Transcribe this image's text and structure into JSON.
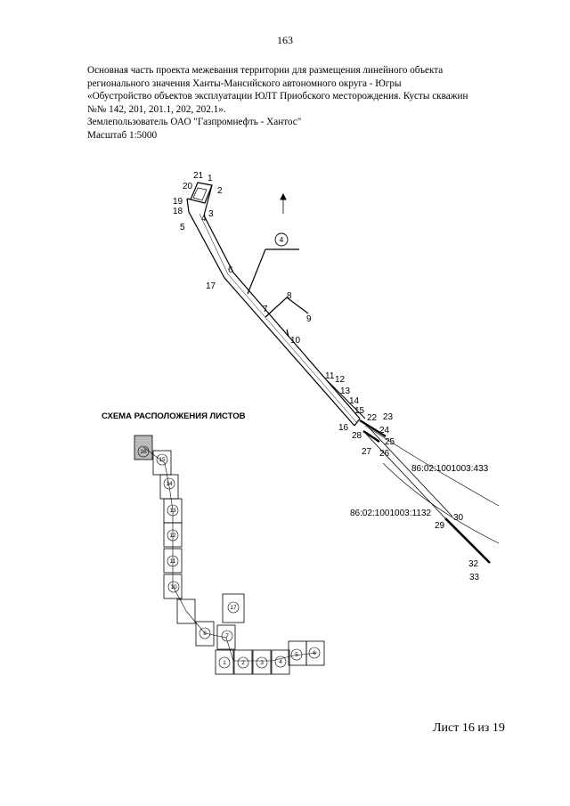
{
  "page_number": "163",
  "header": {
    "lines": [
      "Основная часть проекта межевания территории для размещения линейного объекта",
      "регионального значения Ханты-Мансийского автономного округа - Югры",
      "«Обустройство объектов эксплуатации ЮЛТ Приобского месторождения. Кусты скважин",
      "№№ 142, 201, 201.1, 202, 202.1».",
      "Землепользователь ОАО \"Газпромнефть - Хантос\"",
      "Масштаб 1:5000"
    ]
  },
  "plan": {
    "point_labels": [
      "1",
      "2",
      "3",
      "4",
      "5",
      "6",
      "7",
      "8",
      "9",
      "10",
      "11",
      "12",
      "13",
      "14",
      "15",
      "16",
      "17",
      "18",
      "19",
      "20",
      "21",
      "22",
      "23",
      "24",
      "25",
      "26",
      "27",
      "28",
      "29",
      "30",
      "32",
      "33"
    ],
    "sheet_marker": "4",
    "parcel_labels": [
      "86:02:1001003:433",
      "86:02:1001003:1132"
    ],
    "north_arrow": "north-arrow-icon"
  },
  "schema": {
    "title": "СХЕМА РАСПОЛОЖЕНИЯ ЛИСТОВ",
    "sheets": [
      "1",
      "2",
      "3",
      "4",
      "5",
      "6",
      "7",
      "8",
      "10",
      "11",
      "12",
      "13",
      "14",
      "15",
      "16",
      "17"
    ]
  },
  "footer": {
    "sheet_label": "Лист 16 из 19"
  }
}
